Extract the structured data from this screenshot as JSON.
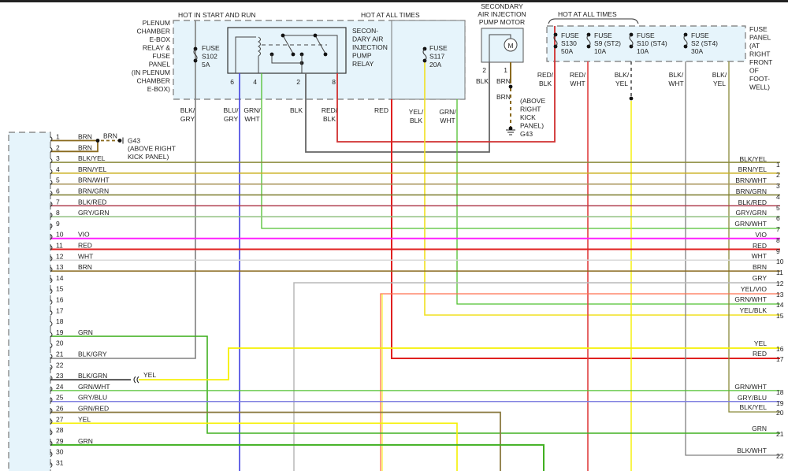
{
  "title": "Secondary Air Injection Wiring Diagram",
  "colors": {
    "BRN": "#8a6a1e",
    "BLK/YEL": "#8a8a3a",
    "BRN/YEL": "#c9b020",
    "BRN/WHT": "#a8935a",
    "BRN/GRN": "#7a7a2a",
    "BLK/RED": "#b04050",
    "GRY/GRN": "#90c080",
    "VIO": "#ff20ff",
    "RED": "#e02020",
    "WHT": "#d8d8d8",
    "GRY": "#b8b8b8",
    "GRN": "#40b020",
    "GRN/WHT": "#50c030",
    "YEL": "#f5f000",
    "YEL/VIO": "#ff7050",
    "YEL/BLK": "#f0e020",
    "GRY/BLU": "#8080e0",
    "GRN/RED": "#8a7a40",
    "BLK/GRY": "#808080",
    "BLK/GRN": "#202020",
    "BLU/GRY": "#4040e0",
    "BLK": "#707070",
    "RED/BLK": "#d03030",
    "RED/WHT": "#e04040",
    "BLK/WHT": "#808080",
    "ORANGE": "#f0a020"
  },
  "plenum": {
    "label_lines": [
      "PLENUM",
      "CHAMBER",
      "E-BOX",
      "RELAY &",
      "FUSE",
      "PANEL",
      "(IN PLENUM",
      "CHAMBER",
      "E-BOX)"
    ],
    "hot_start_run": "HOT IN START AND RUN",
    "hot_all_times": "HOT AT ALL TIMES",
    "fuse_s102": [
      "FUSE",
      "S102",
      "5A"
    ],
    "fuse_s117": [
      "FUSE",
      "S117",
      "20A"
    ],
    "relay_label": [
      "SECON-",
      "DARY AIR",
      "INJECTION",
      "PUMP",
      "RELAY"
    ],
    "relay_pins": [
      "6",
      "4",
      "2",
      "8"
    ]
  },
  "motor": {
    "label_lines": [
      "SECONDARY",
      "AIR INJECTION",
      "PUMP MOTOR"
    ],
    "symbol": "M",
    "pins": [
      "2",
      "1"
    ],
    "wire_labels": [
      "BLK",
      "BRN",
      "BRN"
    ],
    "ground_lines": [
      "(ABOVE",
      "RIGHT",
      "KICK",
      "PANEL)",
      "G43"
    ]
  },
  "fuse_panel": {
    "hot_all_times": "HOT AT ALL TIMES",
    "label_lines": [
      "FUSE",
      "PANEL",
      "(AT",
      "RIGHT",
      "FRONT",
      "OF",
      "FOOT-",
      "WELL)"
    ],
    "fuses": [
      {
        "lines": [
          "FUSE",
          "S130",
          "50A"
        ]
      },
      {
        "lines": [
          "FUSE",
          "S9 (ST2)",
          "10A"
        ]
      },
      {
        "lines": [
          "FUSE",
          "S10 (ST4)",
          "10A"
        ]
      },
      {
        "lines": [
          "FUSE",
          "S2 (ST4)",
          "30A"
        ]
      }
    ]
  },
  "vertical_labels": [
    [
      "BLK/",
      "GRY"
    ],
    [
      "BLU/",
      "GRY"
    ],
    [
      "GRN/",
      "WHT"
    ],
    [
      "BLK"
    ],
    [
      "RED/",
      "BLK"
    ],
    [
      "RED"
    ],
    [
      "YEL/",
      "BLK"
    ],
    [
      "GRN/",
      "WHT"
    ],
    [
      "RED/",
      "BLK"
    ],
    [
      "RED/",
      "WHT"
    ],
    [
      "BLK/",
      "YEL"
    ],
    [
      "BLK/",
      "WHT"
    ],
    [
      "BLK/",
      "YEL"
    ]
  ],
  "left_connector": {
    "pins": [
      {
        "n": "1",
        "wire": "BRN"
      },
      {
        "n": "2",
        "wire": "BRN"
      },
      {
        "n": "3",
        "wire": "BLK/YEL"
      },
      {
        "n": "4",
        "wire": "BRN/YEL"
      },
      {
        "n": "5",
        "wire": "BRN/WHT"
      },
      {
        "n": "6",
        "wire": "BRN/GRN"
      },
      {
        "n": "7",
        "wire": "BLK/RED"
      },
      {
        "n": "8",
        "wire": "GRY/GRN"
      },
      {
        "n": "9",
        "wire": ""
      },
      {
        "n": "10",
        "wire": "VIO"
      },
      {
        "n": "11",
        "wire": "RED"
      },
      {
        "n": "12",
        "wire": "WHT"
      },
      {
        "n": "13",
        "wire": "BRN"
      },
      {
        "n": "14",
        "wire": ""
      },
      {
        "n": "15",
        "wire": ""
      },
      {
        "n": "16",
        "wire": ""
      },
      {
        "n": "17",
        "wire": ""
      },
      {
        "n": "18",
        "wire": ""
      },
      {
        "n": "19",
        "wire": "GRN"
      },
      {
        "n": "20",
        "wire": ""
      },
      {
        "n": "21",
        "wire": "BLK/GRY"
      },
      {
        "n": "22",
        "wire": ""
      },
      {
        "n": "23",
        "wire": "BLK/GRN"
      },
      {
        "n": "24",
        "wire": "GRN/WHT"
      },
      {
        "n": "25",
        "wire": "GRY/BLU"
      },
      {
        "n": "26",
        "wire": "GRN/RED"
      },
      {
        "n": "27",
        "wire": "YEL"
      },
      {
        "n": "28",
        "wire": ""
      },
      {
        "n": "29",
        "wire": "GRN"
      },
      {
        "n": "30",
        "wire": ""
      },
      {
        "n": "31",
        "wire": ""
      }
    ],
    "g43_top": {
      "wire": "BRN",
      "ground": "G43",
      "location": [
        "(ABOVE RIGHT",
        "KICK PANEL)"
      ]
    },
    "pin23_splice_label": "YEL"
  },
  "right_outputs": [
    {
      "n": "1",
      "wire": "BLK/YEL"
    },
    {
      "n": "2",
      "wire": "BRN/YEL"
    },
    {
      "n": "3",
      "wire": "BRN/WHT"
    },
    {
      "n": "4",
      "wire": "BRN/GRN"
    },
    {
      "n": "5",
      "wire": "BLK/RED"
    },
    {
      "n": "6",
      "wire": "GRY/GRN"
    },
    {
      "n": "7",
      "wire": "GRN/WHT"
    },
    {
      "n": "8",
      "wire": "VIO"
    },
    {
      "n": "9",
      "wire": "RED"
    },
    {
      "n": "10",
      "wire": "WHT"
    },
    {
      "n": "11",
      "wire": "BRN"
    },
    {
      "n": "12",
      "wire": "GRY"
    },
    {
      "n": "13",
      "wire": "YEL/VIO"
    },
    {
      "n": "14",
      "wire": "GRN/WHT"
    },
    {
      "n": "15",
      "wire": "YEL/BLK"
    },
    {
      "n": "16",
      "wire": "YEL"
    },
    {
      "n": "17",
      "wire": "RED"
    },
    {
      "n": "18",
      "wire": "GRN/WHT"
    },
    {
      "n": "19",
      "wire": "GRY/BLU"
    },
    {
      "n": "20",
      "wire": "BLK/YEL"
    },
    {
      "n": "21",
      "wire": "GRN"
    },
    {
      "n": "22",
      "wire": "BLK/WHT"
    }
  ]
}
